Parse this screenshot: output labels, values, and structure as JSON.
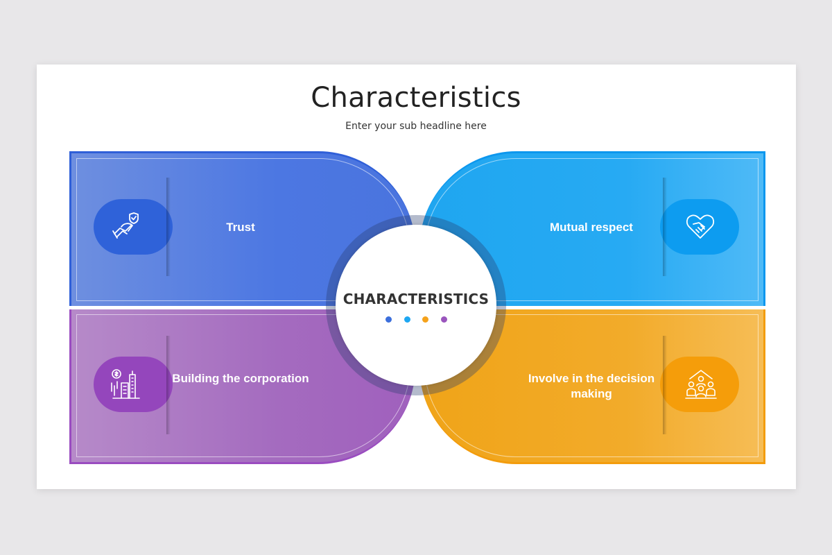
{
  "title": "Characteristics",
  "subtitle": "Enter your sub headline here",
  "center": {
    "label": "CHARACTERISTICS",
    "dot_colors": [
      "#3c6fdc",
      "#1ea7f2",
      "#f5a21b",
      "#9a55bd"
    ]
  },
  "items": [
    {
      "label": "Trust",
      "color": "#3c6fdc",
      "icon": "handshake-shield-icon"
    },
    {
      "label": "Mutual respect",
      "color": "#0fa0f0",
      "icon": "heart-handshake-icon"
    },
    {
      "label": "Building the corporation",
      "color": "#9a4cc0",
      "icon": "city-buildings-icon"
    },
    {
      "label": "Involve in the decision making",
      "color": "#f59e0b",
      "icon": "team-meeting-icon"
    }
  ]
}
